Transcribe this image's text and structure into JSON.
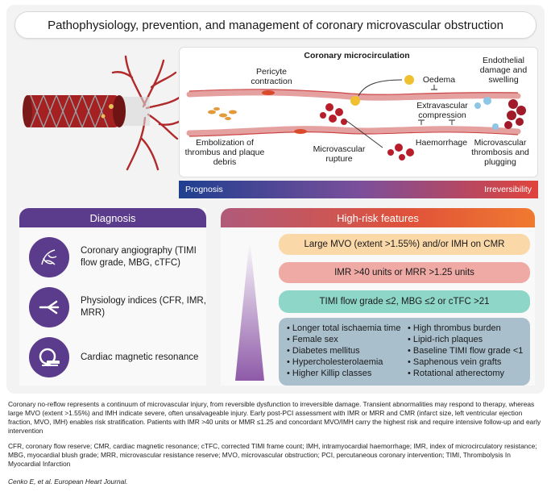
{
  "title": "Pathophysiology, prevention, and management of coronary microvascular obstruction",
  "diagram": {
    "heading": "Coronary microcirculation",
    "pericyte": "Pericyte contraction",
    "oedema": "Oedema",
    "endothelial": "Endothelial damage and swelling",
    "extravascular": "Extravascular compression",
    "haemorrhage": "Haemorrhage",
    "embolization": "Embolization of thrombus and plaque debris",
    "rupture": "Microvascular rupture",
    "thrombosis": "Microvascular thrombosis and plugging"
  },
  "progression": {
    "left": "Prognosis",
    "right": "Irreversibility"
  },
  "diagnosis": {
    "header": "Diagnosis",
    "items": [
      {
        "label": "Coronary angiography (TIMI flow grade, MBG, cTFC)",
        "icon": "angiography-icon"
      },
      {
        "label": "Physiology indices (CFR, IMR, MRR)",
        "icon": "vessel-branch-icon"
      },
      {
        "label": "Cardiac magnetic resonance",
        "icon": "mri-scanner-icon"
      }
    ]
  },
  "risk": {
    "header": "High-risk features",
    "pill1": "Large MVO (extent >1.55%) and/or IMH on CMR",
    "pill2": "IMR >40 units or MRR >1.25 units",
    "pill3": "TIMI flow grade ≤2, MBG ≤2 or cTFC >21",
    "left_bullets": [
      "Longer total ischaemia time",
      "Female sex",
      "Diabetes mellitus",
      "Hypercholesterolaemia",
      "Higher Killip classes"
    ],
    "right_bullets": [
      "High thrombus burden",
      "Lipid-rich plaques",
      "Baseline TIMI flow grade <1",
      "Saphenous vein grafts",
      "Rotational atherectomy"
    ]
  },
  "footer": {
    "summary": "Coronary no-reflow represents a continuum of microvascular injury, from reversible dysfunction to irreversible damage. Transient abnormalities may respond to therapy, whereas large MVO (extent >1.55%) and IMH indicate severe, often unsalvageable injury. Early post-PCI assessment with IMR or MRR and CMR (infarct size, left ventricular ejection fraction, MVO, IMH) enables risk stratification. Patients with IMR >40 units or MMR ≤1.25 and concordant MVO/IMH carry the highest risk and require intensive follow-up and early intervention",
    "abbrev": "CFR, coronary flow reserve; CMR, cardiac magnetic resonance; cTFC, corrected TIMI frame count; IMH, intramyocardial haemorrhage; IMR, index of microcirculatory resistance; MBG, myocardial blush grade; MRR, microvascular resistance reserve; MVO, microvascular obstruction; PCI, percutaneous coronary intervention; TIMI, Thrombolysis In Myocardial Infarction",
    "citation": "Cenko E, et al. European Heart Journal."
  }
}
